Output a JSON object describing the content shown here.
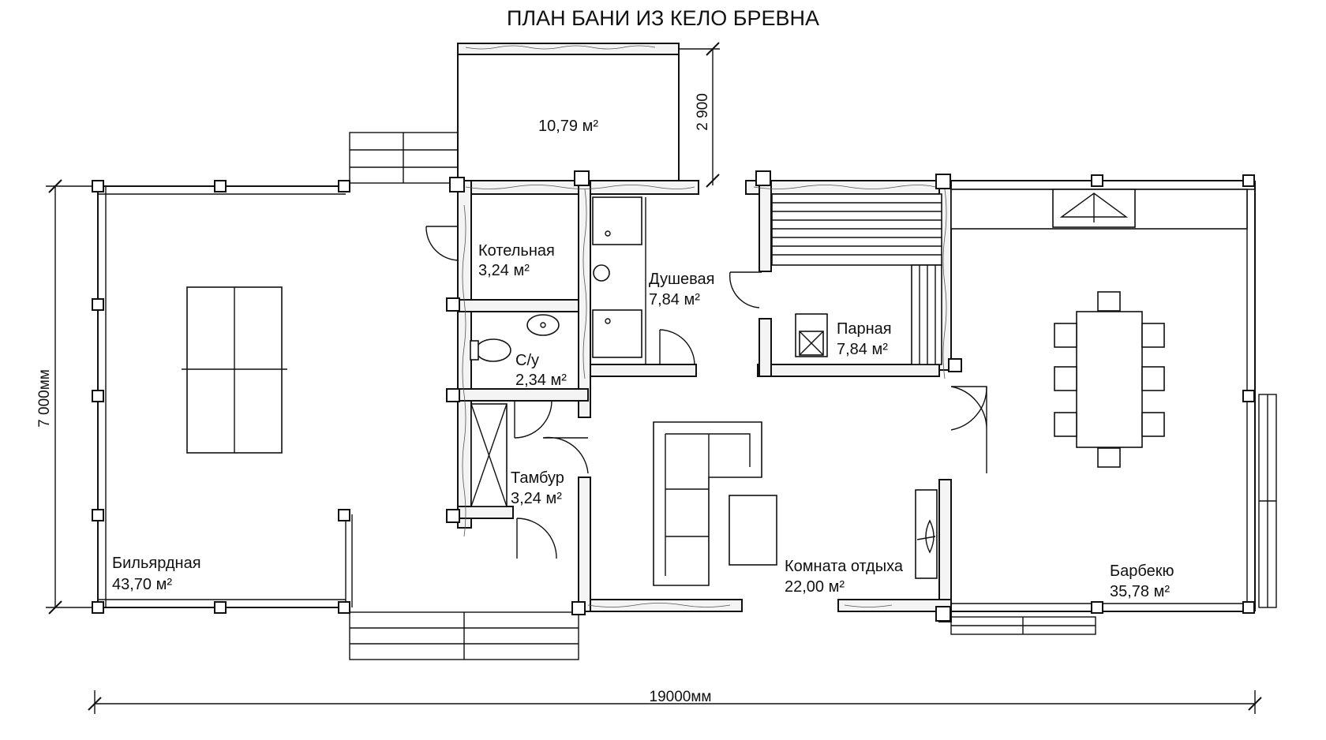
{
  "title": "ПЛАН БАНИ ИЗ КЕЛО БРЕВНА",
  "dimensions": {
    "height_total": "7 000мм",
    "width_total": "19000мм",
    "porch_depth": "2 900"
  },
  "rooms": {
    "terrace_top": {
      "area": "10,79 м²"
    },
    "boiler": {
      "name": "Котельная",
      "area": "3,24 м²"
    },
    "shower": {
      "name": "Душевая",
      "area": "7,84 м²"
    },
    "steam": {
      "name": "Парная",
      "area": "7,84 м²"
    },
    "wc": {
      "name": "С/у",
      "area": "2,34 м²"
    },
    "vestibule": {
      "name": "Тамбур",
      "area": "3,24 м²"
    },
    "rest": {
      "name": "Комната отдыха",
      "area": "22,00 м²"
    },
    "billiard": {
      "name": "Бильярдная",
      "area": "43,70 м²"
    },
    "bbq": {
      "name": "Барбекю",
      "area": "35,78 м²"
    }
  }
}
